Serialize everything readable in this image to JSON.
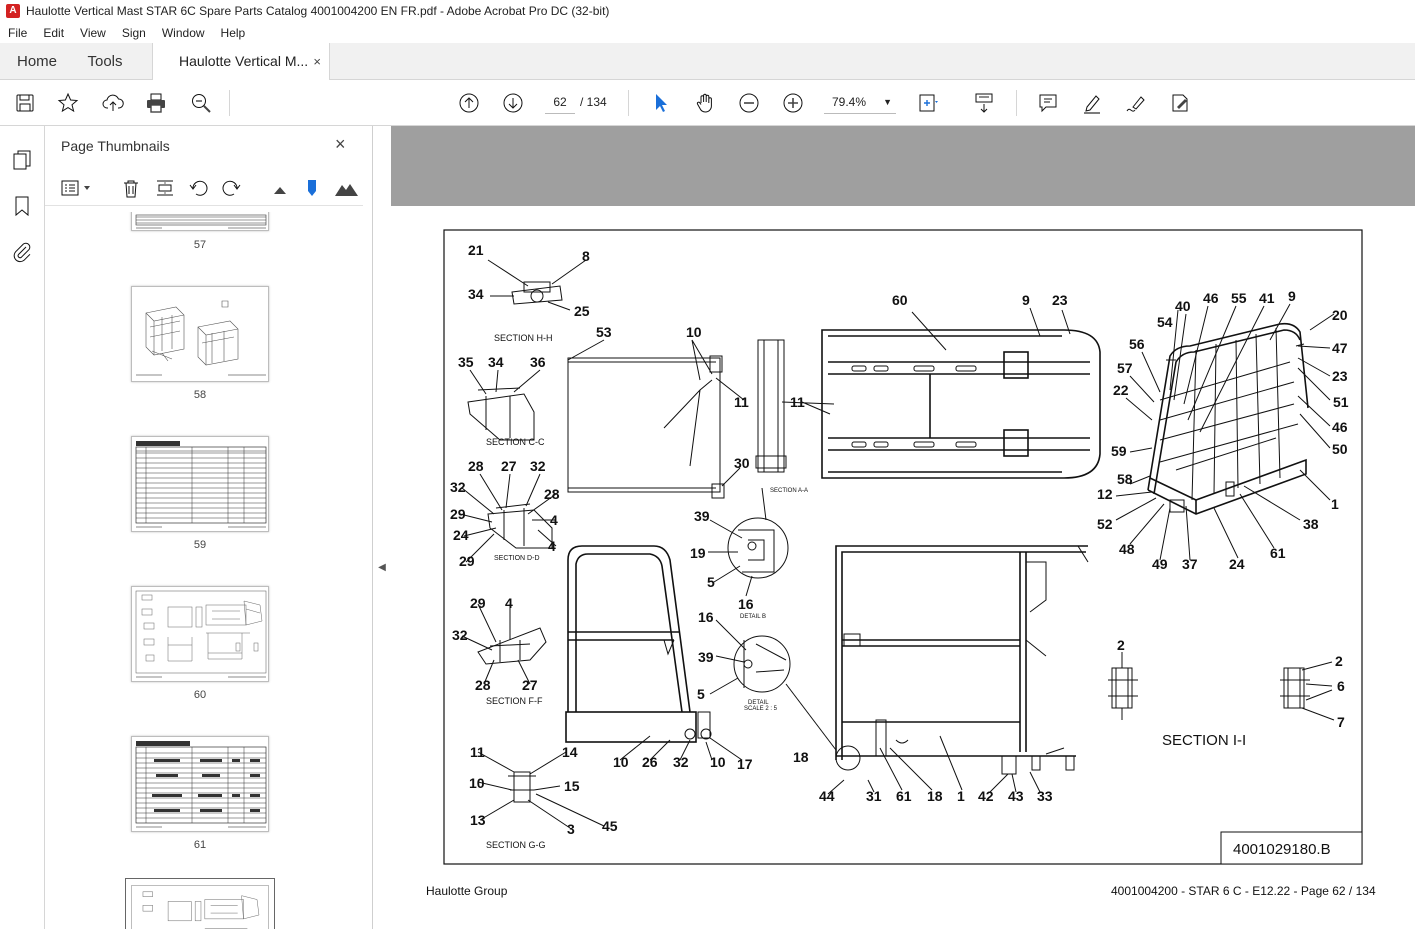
{
  "window": {
    "title": "Haulotte Vertical Mast STAR 6C Spare Parts Catalog 4001004200 EN FR.pdf - Adobe Acrobat Pro DC (32-bit)"
  },
  "menu": [
    "File",
    "Edit",
    "View",
    "Sign",
    "Window",
    "Help"
  ],
  "tabs": {
    "home": "Home",
    "tools": "Tools",
    "document": "Haulotte Vertical M...",
    "close": "×"
  },
  "toolbar": {
    "page_current": "62",
    "page_total": "/ 134",
    "zoom": "79.4%"
  },
  "panel": {
    "title": "Page Thumbnails",
    "close": "×",
    "thumbnails": [
      {
        "label": "57"
      },
      {
        "label": "58"
      },
      {
        "label": "59"
      },
      {
        "label": "60"
      },
      {
        "label": "61"
      }
    ]
  },
  "drawing": {
    "code": "4001029180.B",
    "section_labels": [
      "SECTION H-H",
      "SECTION C-C",
      "SECTION D-D",
      "SECTION F-F",
      "SECTION G-G",
      "SECTION A-A",
      "DETAIL B",
      "DETAIL",
      "SCALE 2 : 5"
    ],
    "section_ii": "SECTION I-I",
    "callouts": [
      "21",
      "8",
      "34",
      "25",
      "53",
      "10",
      "11",
      "60",
      "9",
      "23",
      "35",
      "34",
      "36",
      "11",
      "30",
      "28",
      "27",
      "32",
      "32",
      "28",
      "29",
      "4",
      "24",
      "29",
      "4",
      "39",
      "19",
      "5",
      "16",
      "29",
      "4",
      "32",
      "28",
      "27",
      "16",
      "39",
      "5",
      "11",
      "14",
      "10",
      "15",
      "13",
      "3",
      "45",
      "10",
      "26",
      "32",
      "10",
      "17",
      "18",
      "44",
      "31",
      "61",
      "18",
      "1",
      "42",
      "43",
      "33",
      "20",
      "47",
      "23",
      "51",
      "46",
      "50",
      "54",
      "40",
      "46",
      "55",
      "41",
      "9",
      "56",
      "57",
      "22",
      "59",
      "58",
      "12",
      "52",
      "48",
      "49",
      "37",
      "24",
      "61",
      "1",
      "38",
      "2",
      "2",
      "6",
      "7"
    ]
  },
  "footer": {
    "left": "Haulotte Group",
    "right": "4001004200 - STAR 6 C - E12.22 - Page 62 / 134"
  }
}
